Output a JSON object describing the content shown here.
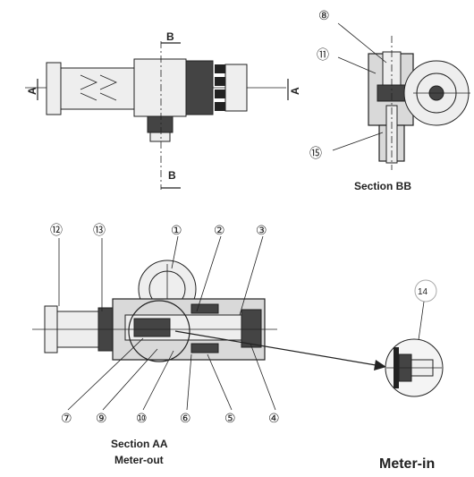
{
  "callouts": {
    "c1": "①",
    "c2": "②",
    "c3": "③",
    "c4": "④",
    "c5": "⑤",
    "c6": "⑥",
    "c7": "⑦",
    "c8": "⑧",
    "c9": "⑨",
    "c10": "⑩",
    "c11": "⑪",
    "c12": "⑫",
    "c13": "⑬",
    "c14": "14",
    "c15": "⑮"
  },
  "cut_marks": {
    "a_left": "A",
    "a_right": "A",
    "b_top": "B",
    "b_bottom": "B"
  },
  "labels": {
    "section_bb": "Section BB",
    "section_aa": "Section AA",
    "meter_out": "Meter-out",
    "meter_in": "Meter-in"
  }
}
